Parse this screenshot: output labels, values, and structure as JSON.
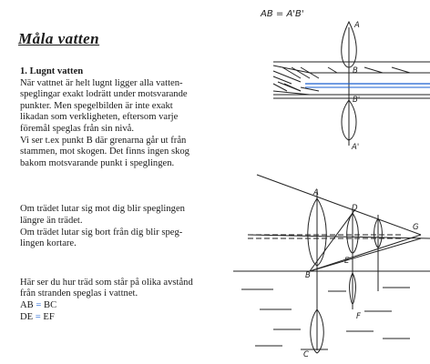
{
  "title": "Måla vatten",
  "section": {
    "heading": "1. Lugnt vatten",
    "paragraph1": [
      "När vattnet är helt lugnt ligger alla vatten-",
      "speglingar exakt lodrätt under motsvarande",
      "punkter. Men spegelbilden är inte exakt",
      "likadan som verkligheten, eftersom varje",
      "föremål speglas från sin nivå.",
      "Vi ser t.ex punkt B där grenarna går ut från",
      "stammen, mot skogen. Det finns ingen skog",
      "bakom motsvarande punkt i speglingen."
    ],
    "paragraph2": [
      "Om trädet lutar sig mot dig blir speglingen",
      "längre än trädet.",
      "Om trädet lutar sig bort från dig blir speg-",
      "lingen kortare."
    ],
    "paragraph3": [
      "Här ser du hur träd som står på olika avstånd",
      "från stranden speglas i vattnet."
    ],
    "equations": [
      {
        "left": "AB",
        "sign": "=",
        "right": "BC"
      },
      {
        "left": "DE",
        "sign": "=",
        "right": "EF"
      }
    ]
  },
  "figure_top": {
    "equation": "AB = A'B'",
    "labels": {
      "A": "A",
      "B": "B",
      "B2": "B'",
      "A2": "A'"
    }
  },
  "figure_bottom": {
    "labels": {
      "A": "A",
      "B": "B",
      "C": "C",
      "D": "D",
      "E": "E",
      "F": "F",
      "G": "G"
    }
  },
  "colors": {
    "text": "#1a1a1a",
    "accent_blue": "#1a5fd0",
    "line": "#222222"
  }
}
